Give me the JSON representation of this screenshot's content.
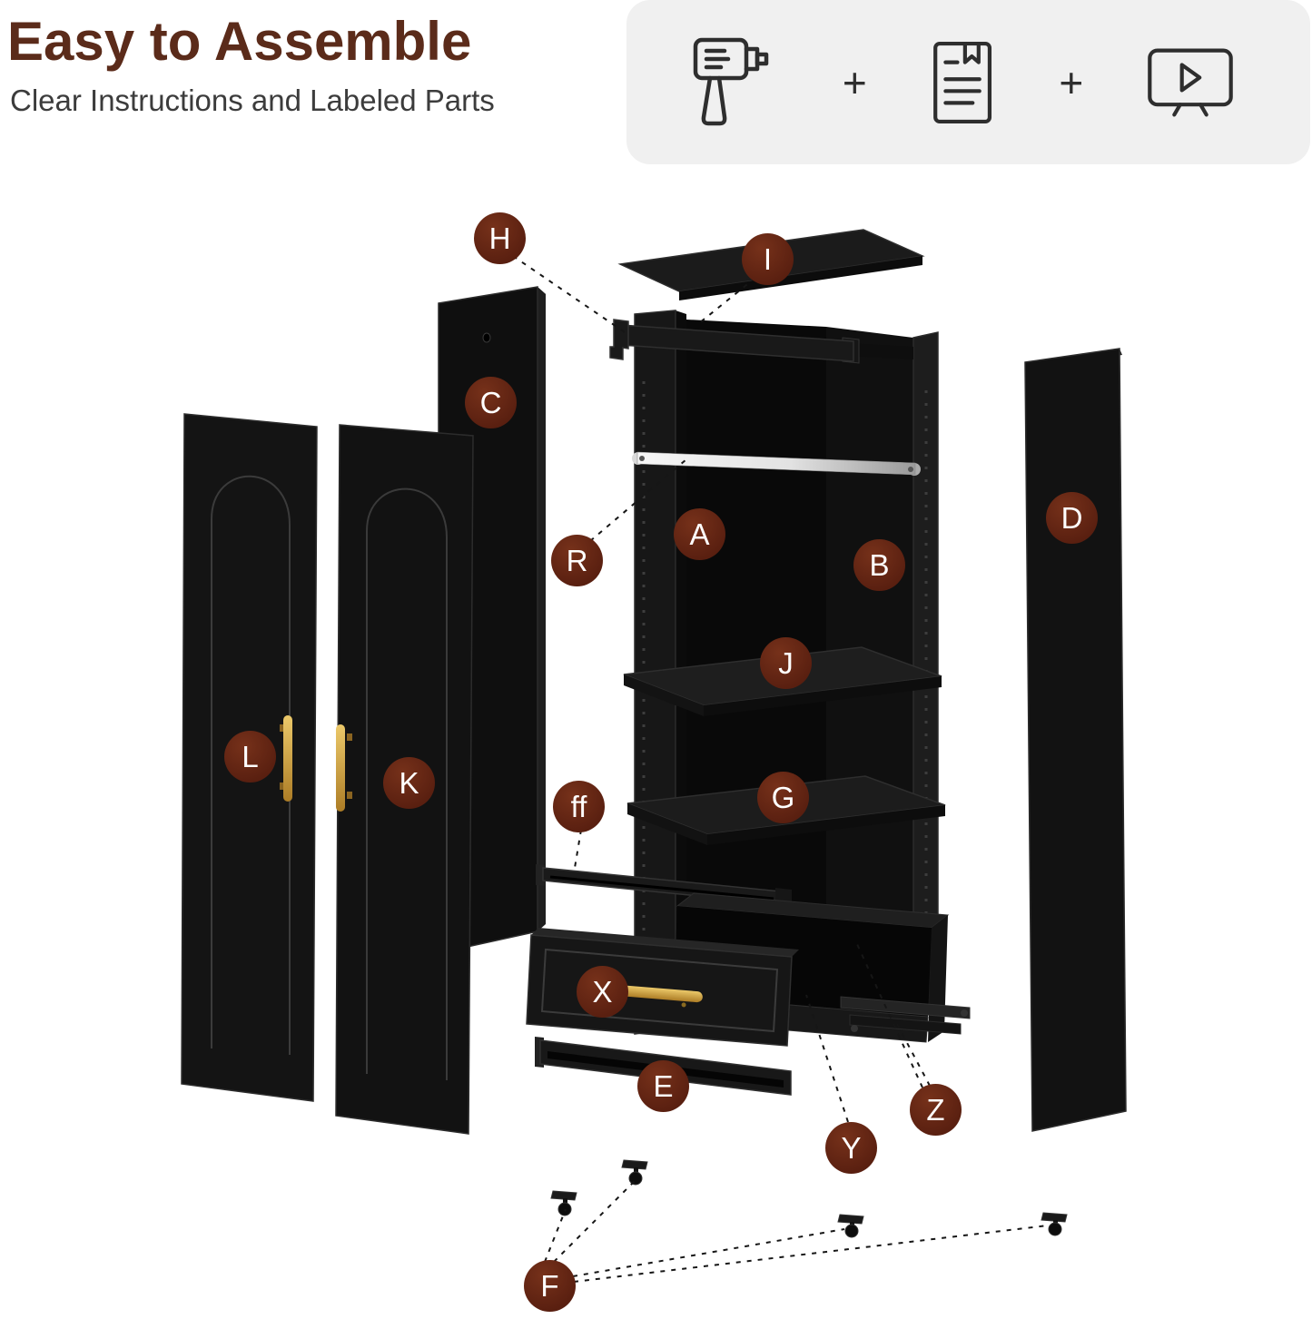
{
  "header": {
    "title": "Easy to Assemble",
    "subtitle": "Clear Instructions and Labeled Parts"
  },
  "toolbox": {
    "plus": "+",
    "icons": [
      "drill-icon",
      "instruction-manual-icon",
      "video-tutorial-icon"
    ]
  },
  "parts": {
    "H": "H",
    "I": "I",
    "C": "C",
    "R": "R",
    "A": "A",
    "B": "B",
    "D": "D",
    "J": "J",
    "G": "G",
    "L": "L",
    "K": "K",
    "ff": "ff",
    "X": "X",
    "E": "E",
    "Y": "Y",
    "Z": "Z",
    "F": "F"
  },
  "colors": {
    "title_text": "#5b2b1a",
    "subtitle_text": "#3c3c3c",
    "label_background": "#5e2315",
    "label_text": "#ffffff",
    "panel_black": "#141414",
    "handle_gold": "#c9973d",
    "toolbox_background": "#f0f0f0"
  }
}
